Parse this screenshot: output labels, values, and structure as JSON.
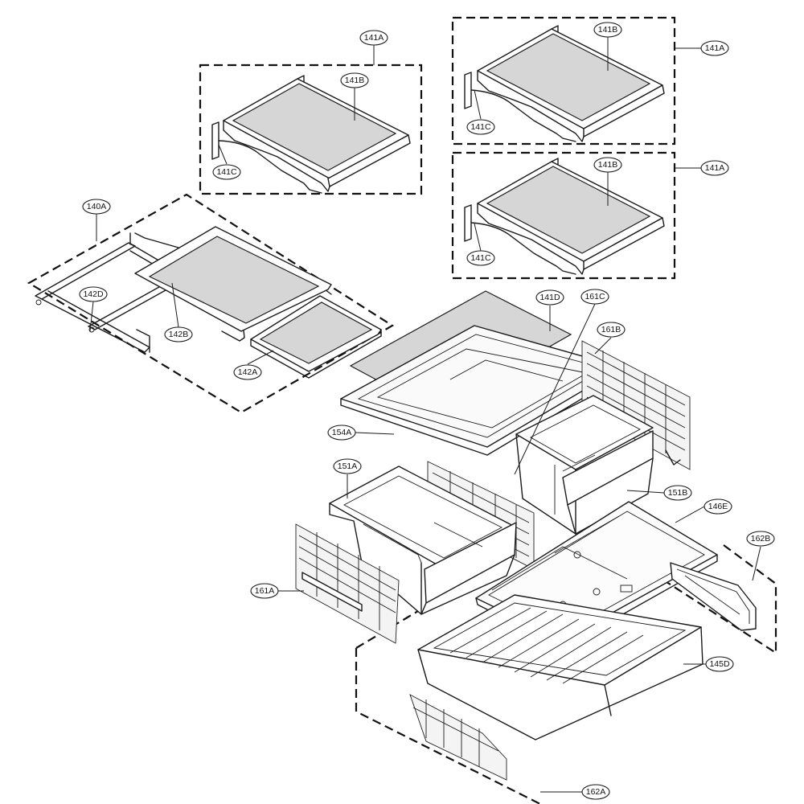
{
  "callouts": {
    "c141A_1": "141A",
    "c141B_1": "141B",
    "c141C_1": "141C",
    "c141A_2": "141A",
    "c141B_2": "141B",
    "c141C_2": "141C",
    "c141A_3": "141A",
    "c141B_3": "141B",
    "c141C_3": "141C",
    "c140A": "140A",
    "c142D": "142D",
    "c142B": "142B",
    "c142A": "142A",
    "c141D": "141D",
    "c161C": "161C",
    "c161B": "161B",
    "c154A": "154A",
    "c151A": "151A",
    "c151B": "151B",
    "c146E": "146E",
    "c162B": "162B",
    "c161A": "161A",
    "c145D": "145D",
    "c162A": "162A"
  }
}
